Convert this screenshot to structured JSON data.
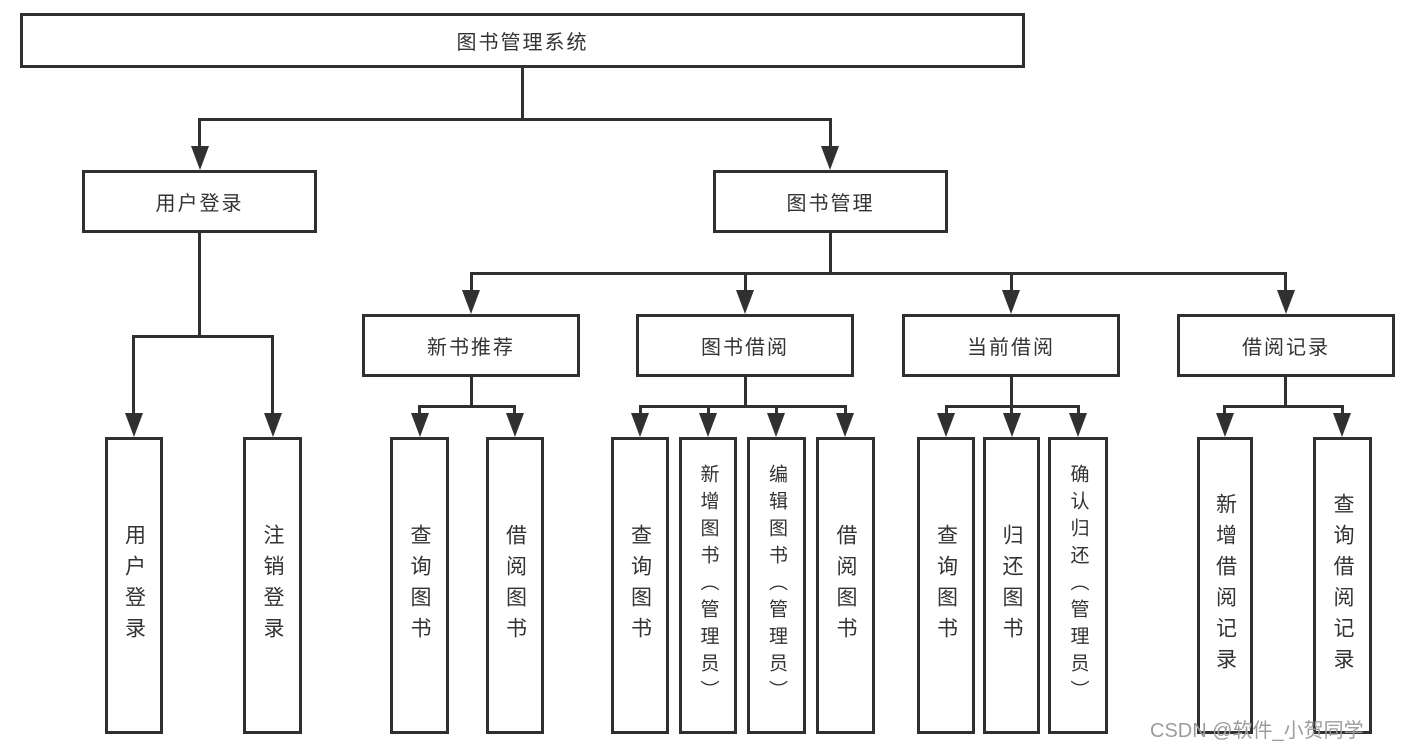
{
  "diagram": {
    "root": {
      "label": "图书管理系统"
    },
    "level2": {
      "user_login": {
        "label": "用户登录"
      },
      "book_management": {
        "label": "图书管理"
      }
    },
    "level3": {
      "new_book_recommend": {
        "label": "新书推荐"
      },
      "book_borrowing": {
        "label": "图书借阅"
      },
      "current_borrowing": {
        "label": "当前借阅"
      },
      "borrowing_records": {
        "label": "借阅记录"
      }
    },
    "leaves": {
      "user_login": {
        "label": "用户登录"
      },
      "logout": {
        "label": "注销登录"
      },
      "nbr_query_books": {
        "label": "查询图书"
      },
      "nbr_borrow_books": {
        "label": "借阅图书"
      },
      "bb_query_books": {
        "label": "查询图书"
      },
      "bb_add_books": {
        "label": "新增图书（管理员）"
      },
      "bb_edit_books": {
        "label": "编辑图书（管理员）"
      },
      "bb_borrow_books": {
        "label": "借阅图书"
      },
      "cb_query_books": {
        "label": "查询图书"
      },
      "cb_return_books": {
        "label": "归还图书"
      },
      "cb_confirm_return": {
        "label": "确认归还（管理员）"
      },
      "br_add_record": {
        "label": "新增借阅记录"
      },
      "br_query_record": {
        "label": "查询借阅记录"
      }
    },
    "watermark": "CSDN @软件_小贺同学",
    "colors": {
      "line": "#303030",
      "text": "#333333",
      "watermark": "#9c9c9c",
      "background": "#ffffff"
    }
  }
}
